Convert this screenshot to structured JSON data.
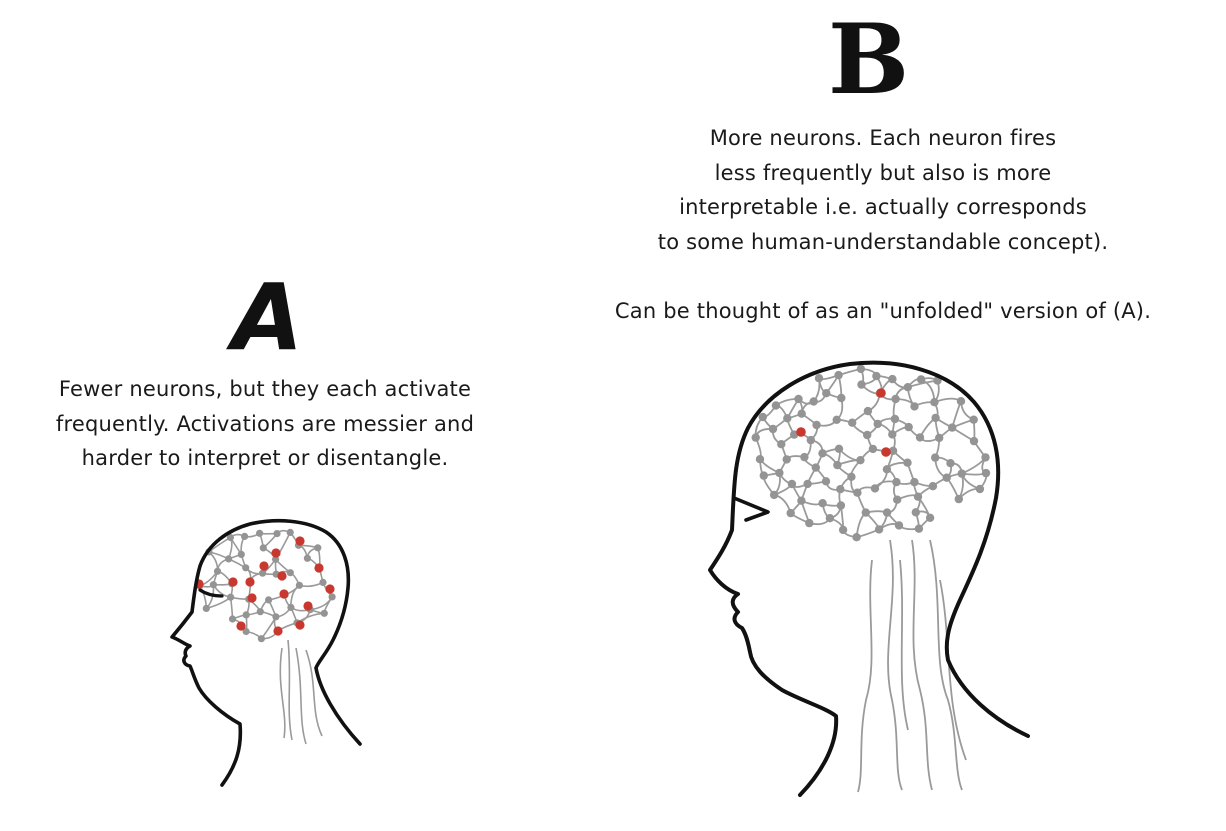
{
  "panel_a": {
    "letter": "A",
    "lines": [
      "Fewer neurons, but they each activate",
      "frequently. Activations are messier and",
      "harder to interpret or disentangle."
    ]
  },
  "panel_b": {
    "letter": "B",
    "lines": [
      "More neurons. Each neuron fires",
      "less frequently but also is more",
      "interpretable i.e. actually corresponds",
      "to some human-understandable concept)."
    ],
    "extra_line": "Can be thought of as an \"unfolded\" version of (A)."
  },
  "colors": {
    "outline": "#111111",
    "network": "#9a9a9a",
    "inactive_neuron": "#949494",
    "active_neuron": "#c8382e"
  }
}
